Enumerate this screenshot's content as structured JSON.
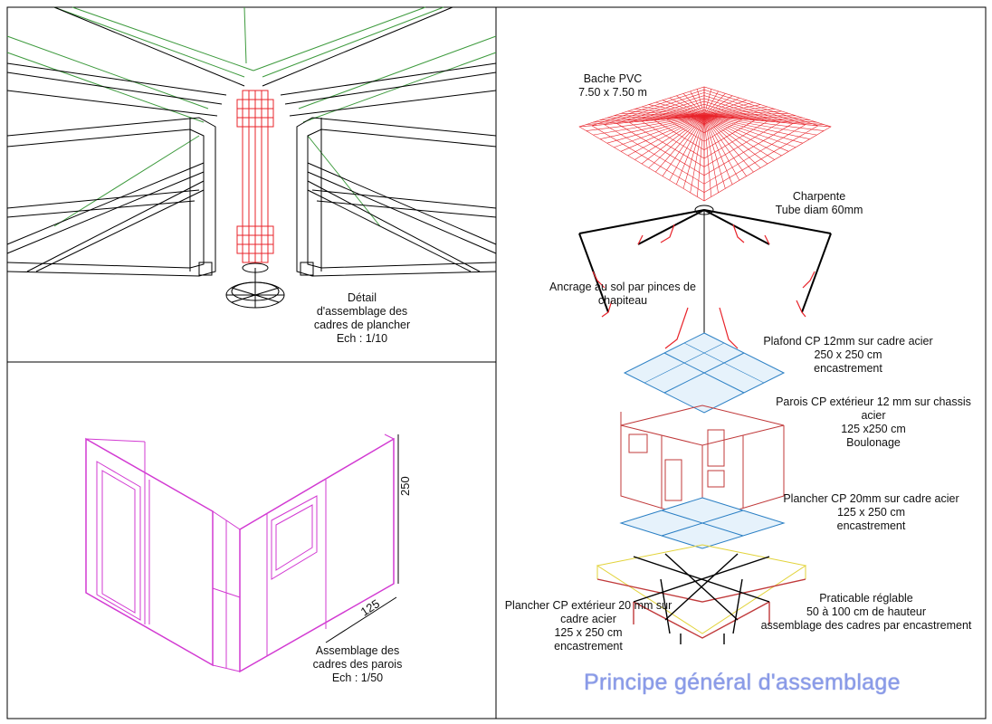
{
  "panel_tl": {
    "caption": "Détail\nd'assemblage des\ncadres de plancher\nEch : 1/10"
  },
  "panel_bl": {
    "caption": "Assemblage des\ncadres des  parois\nEch : 1/50",
    "dim_height": "250",
    "dim_width": "125"
  },
  "panel_right": {
    "title": "Principe général d'assemblage",
    "labels": {
      "bache": "Bache PVC\n7.50 x 7.50 m",
      "charpente": "Charpente\nTube diam 60mm",
      "ancrage": "Ancrage au sol par pinces de\nchapiteau",
      "plafond": "Plafond CP 12mm sur cadre acier\n250 x 250 cm\nencastrement",
      "parois": "Parois CP extérieur 12 mm sur chassis\nacier\n125 x250 cm\nBoulonage",
      "plancher20": "Plancher CP 20mm sur cadre acier\n125 x 250 cm\nencastrement",
      "plancher_ext": "Plancher CP extérieur 20 mm sur\ncadre acier\n125 x 250 cm\nencastrement",
      "praticable": "Praticable réglable\n50 à 100 cm de hauteur\nassemblage des cadres par encastrement"
    }
  },
  "colors": {
    "frame": "#000000",
    "tarp": "#e8232a",
    "panel_blue": "#2a7fc4",
    "wall_magenta": "#d23ad2",
    "green_truss": "#3d9a3d",
    "title": "#8a9be8"
  }
}
